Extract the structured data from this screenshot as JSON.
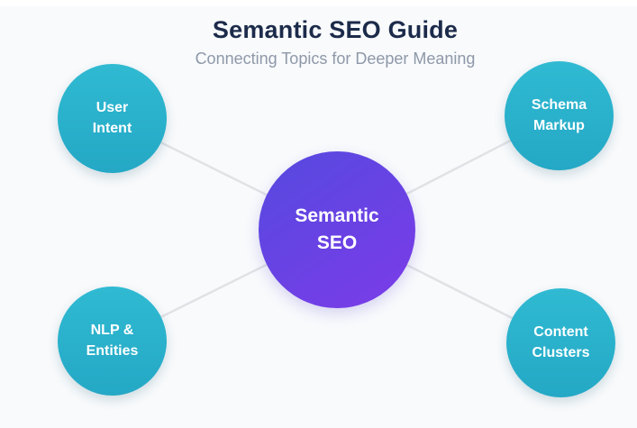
{
  "header": {
    "title": "Semantic SEO Guide",
    "subtitle": "Connecting Topics for Deeper Meaning"
  },
  "diagram": {
    "center": {
      "label": "Semantic\nSEO"
    },
    "nodes": [
      {
        "id": "user-intent",
        "label": "User\nIntent"
      },
      {
        "id": "schema-markup",
        "label": "Schema\nMarkup"
      },
      {
        "id": "nlp-entities",
        "label": "NLP &\nEntities"
      },
      {
        "id": "content-clusters",
        "label": "Content\nClusters"
      }
    ]
  },
  "colors": {
    "background": "#f8fafc",
    "title_text": "#1c2b4a",
    "subtitle_text": "#8e98a8",
    "center_gradient_start": "#5948e0",
    "center_gradient_end": "#7a3ce8",
    "node_fill_top": "#30bad2",
    "node_fill_bottom": "#24a8c5",
    "connector": "#e0e2e6",
    "node_text": "#ffffff"
  }
}
